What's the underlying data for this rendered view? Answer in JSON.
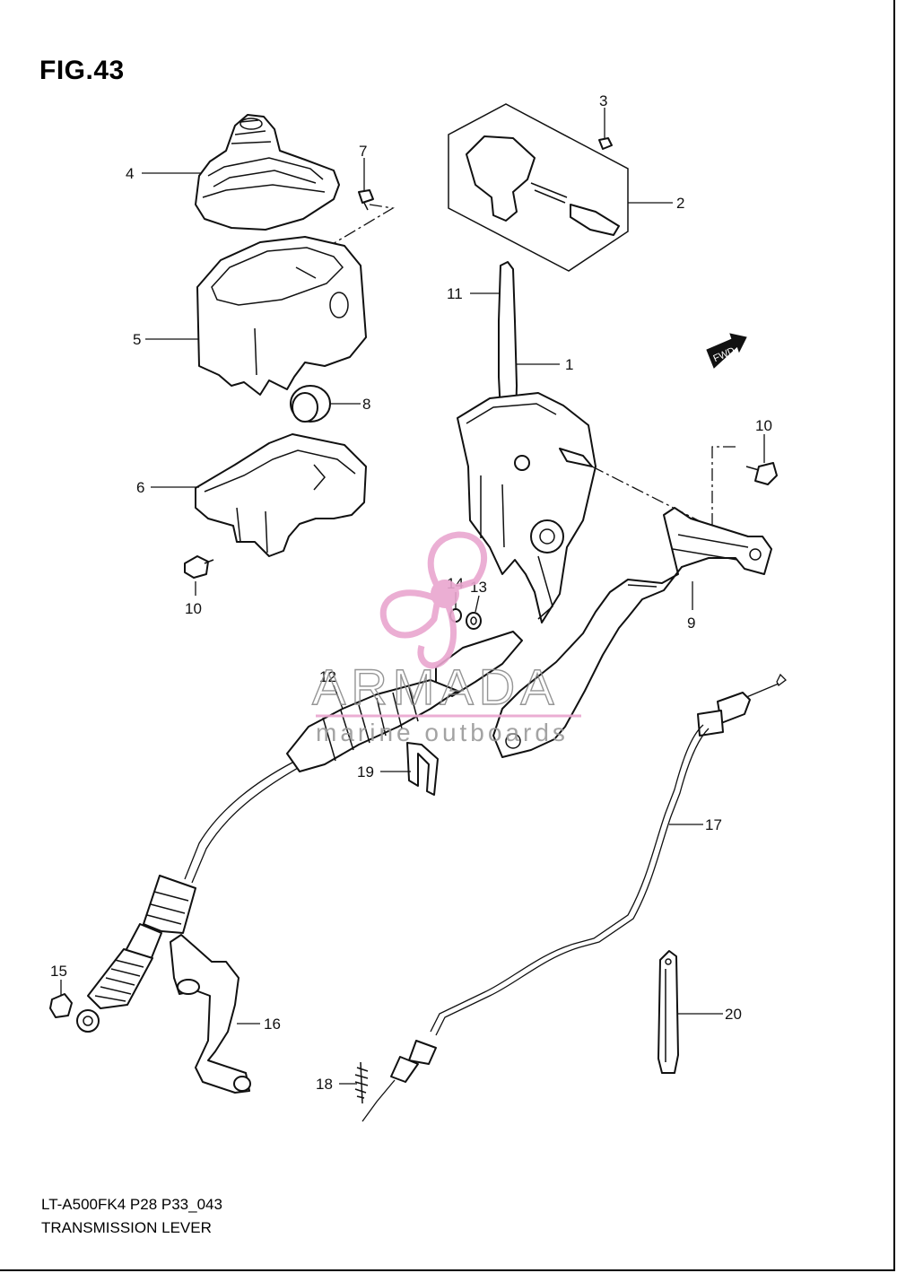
{
  "figure": {
    "title": "FIG.43",
    "model_code": "LT-A500FK4 P28 P33_043",
    "section_title": "TRANSMISSION LEVER"
  },
  "watermark": {
    "brand": "ARMADA",
    "tagline": "marine outboards",
    "color": "#e9a6cf"
  },
  "fwd_badge": "FWD",
  "callouts": [
    {
      "id": "c1",
      "label": "1"
    },
    {
      "id": "c2",
      "label": "2"
    },
    {
      "id": "c3",
      "label": "3"
    },
    {
      "id": "c4",
      "label": "4"
    },
    {
      "id": "c5",
      "label": "5"
    },
    {
      "id": "c6",
      "label": "6"
    },
    {
      "id": "c7",
      "label": "7"
    },
    {
      "id": "c8",
      "label": "8"
    },
    {
      "id": "c9",
      "label": "9"
    },
    {
      "id": "c10a",
      "label": "10"
    },
    {
      "id": "c10b",
      "label": "10"
    },
    {
      "id": "c11",
      "label": "11"
    },
    {
      "id": "c12",
      "label": "12"
    },
    {
      "id": "c13",
      "label": "13"
    },
    {
      "id": "c14",
      "label": "14"
    },
    {
      "id": "c15",
      "label": "15"
    },
    {
      "id": "c16",
      "label": "16"
    },
    {
      "id": "c17",
      "label": "17"
    },
    {
      "id": "c18",
      "label": "18"
    },
    {
      "id": "c19",
      "label": "19"
    },
    {
      "id": "c20",
      "label": "20"
    }
  ]
}
